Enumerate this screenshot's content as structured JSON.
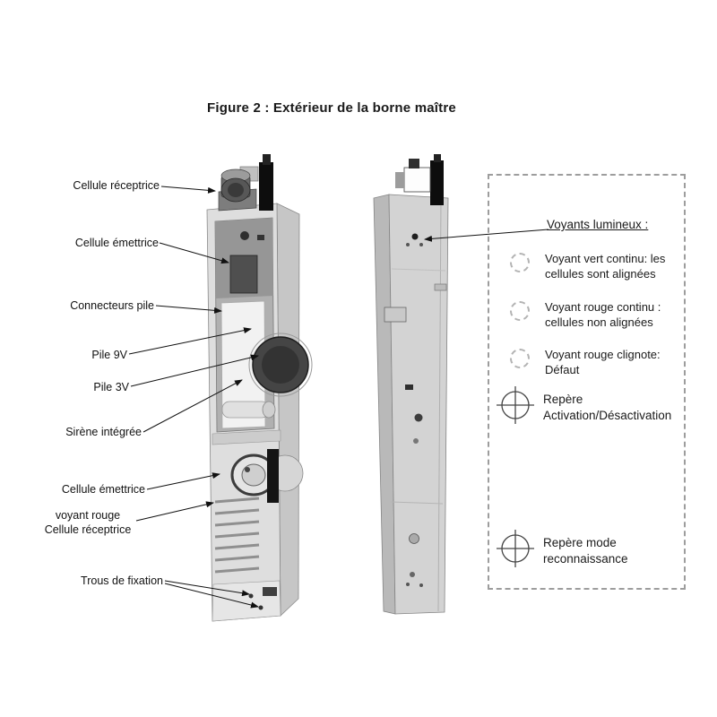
{
  "figure": {
    "title": "Figure 2 : Extérieur de la borne maître"
  },
  "part_labels": [
    {
      "text": "Cellule réceptrice"
    },
    {
      "text": "Cellule émettrice"
    },
    {
      "text": "Connecteurs pile"
    },
    {
      "text": "Pile 9V"
    },
    {
      "text": "Pile 3V"
    },
    {
      "text": "Sirène intégrée"
    },
    {
      "text": "Cellule émettrice"
    },
    {
      "text": "voyant rouge\nCellule réceptrice"
    },
    {
      "text": "Trous de fixation"
    }
  ],
  "legend": {
    "heading": "Voyants lumineux :",
    "indicators": [
      {
        "icon": "dashed-circle",
        "text": "Voyant vert  continu: les\ncellules sont alignées"
      },
      {
        "icon": "dashed-circle",
        "text": "Voyant rouge continu :\ncellules non alignées"
      },
      {
        "icon": "dashed-circle",
        "text": "Voyant rouge clignote:\nDéfaut"
      }
    ],
    "markers": [
      {
        "icon": "cross-circle",
        "text": "Repère\nActivation/Désactivation"
      },
      {
        "icon": "cross-circle",
        "text": "Repère mode\nreconnaissance"
      }
    ]
  }
}
